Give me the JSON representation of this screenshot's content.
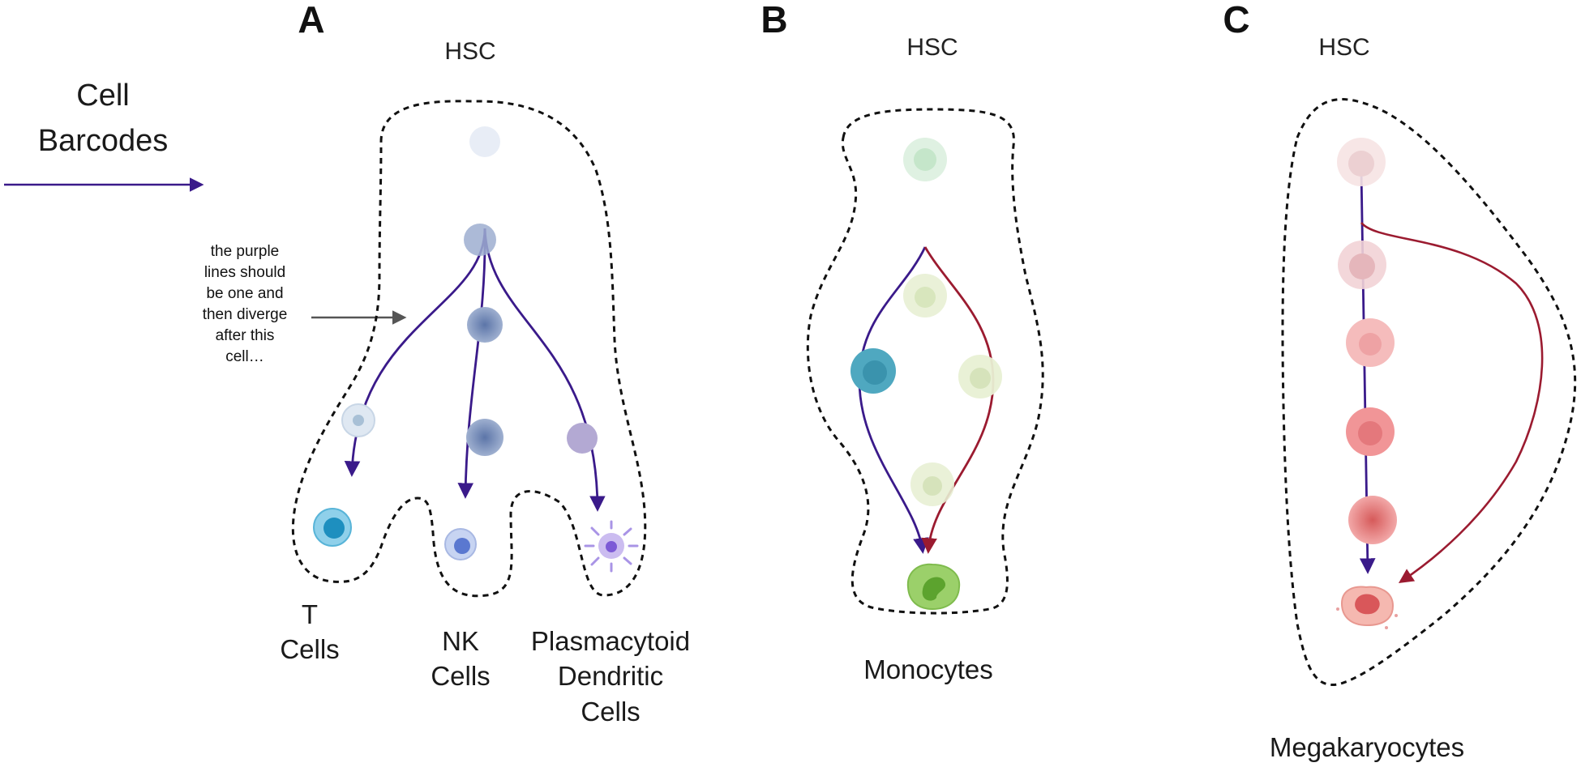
{
  "legend": {
    "label_line1": "Cell",
    "label_line2": "Barcodes"
  },
  "note": {
    "lines": [
      "the purple",
      "lines should",
      "be one and",
      "then diverge",
      "after this",
      "cell…"
    ]
  },
  "panels": {
    "a": {
      "letter": "A",
      "top_label": "HSC",
      "outputs": [
        {
          "lines": [
            "T",
            "Cells"
          ]
        },
        {
          "lines": [
            "NK",
            "Cells"
          ]
        },
        {
          "lines": [
            "Plasmacytoid",
            "Dendritic",
            "Cells"
          ]
        }
      ]
    },
    "b": {
      "letter": "B",
      "top_label": "HSC",
      "output": "Monocytes"
    },
    "c": {
      "letter": "C",
      "top_label": "HSC",
      "output": "Megakaryocytes"
    }
  },
  "colors": {
    "purple_arrow": "#3a1a8a",
    "red_arrow": "#9b1b30",
    "gray_arrow": "#555555",
    "outline": "#111111"
  }
}
